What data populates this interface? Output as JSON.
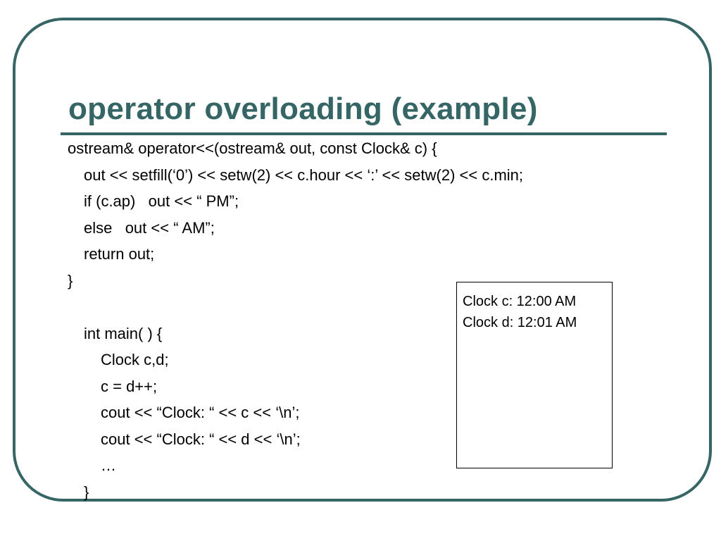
{
  "slide": {
    "title": "operator overloading (example)",
    "theme": {
      "accent_color": "#356565",
      "text_color": "#000000",
      "background_color": "#ffffff"
    },
    "code_lines": [
      {
        "indent": 0,
        "text": "ostream& operator<<(ostream& out, const Clock& c) {"
      },
      {
        "indent": 1,
        "text": "out << setfill(‘0’) << setw(2) << c.hour << ‘:’ << setw(2) << c.min;"
      },
      {
        "indent": 1,
        "text": "if (c.ap)   out << “ PM”;"
      },
      {
        "indent": 1,
        "text": "else   out << “ AM”;"
      },
      {
        "indent": 1,
        "text": "return out;"
      },
      {
        "indent": 0,
        "text": "}"
      },
      {
        "indent": 0,
        "text": ""
      },
      {
        "indent": 1,
        "text": "int main( ) {"
      },
      {
        "indent": 2,
        "text": "Clock c,d;"
      },
      {
        "indent": 2,
        "text": "c = d++;"
      },
      {
        "indent": 2,
        "text": "cout << “Clock: “ << c << ‘\\n’;"
      },
      {
        "indent": 2,
        "text": "cout << “Clock: “ << d << ‘\\n’;"
      },
      {
        "indent": 2,
        "text": "…"
      },
      {
        "indent": 1,
        "text": "}"
      }
    ],
    "output_box": {
      "lines": [
        "Clock c: 12:00 AM",
        "Clock d: 12:01 AM"
      ]
    }
  }
}
